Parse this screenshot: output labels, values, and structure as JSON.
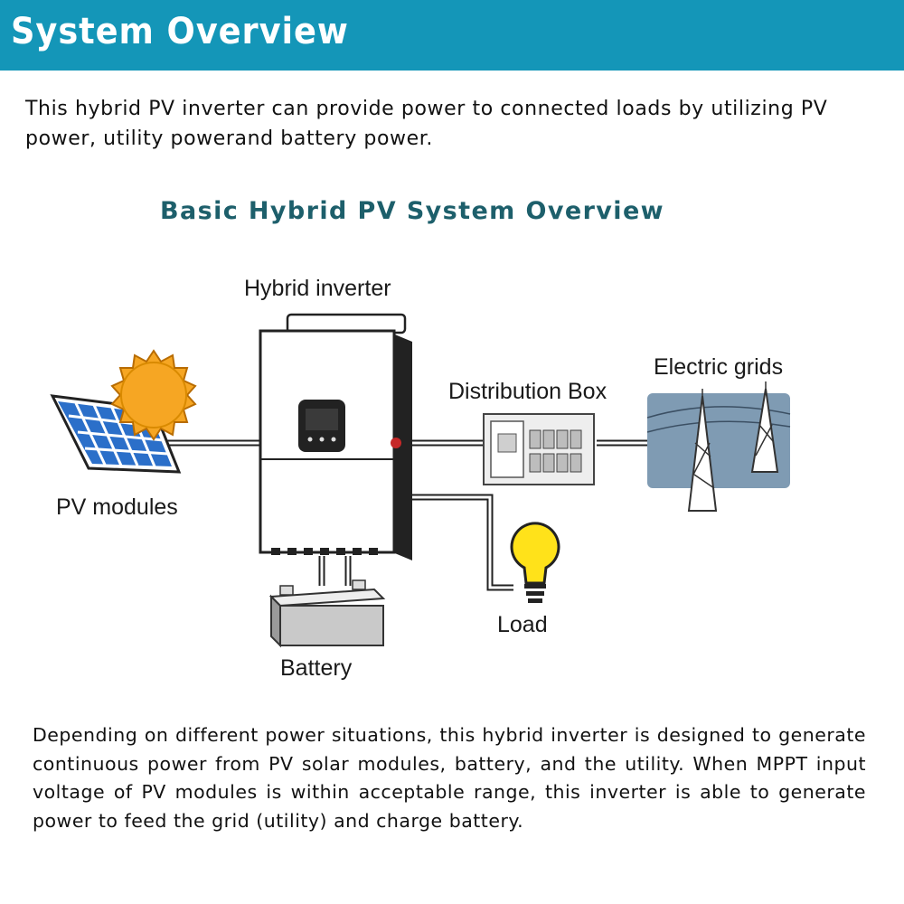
{
  "header": {
    "title": "System Overview"
  },
  "intro": "This hybrid PV inverter can provide power to connected loads by utilizing PV power, utility powerand battery power.",
  "diagram": {
    "title": "Basic Hybrid PV System Overview",
    "labels": {
      "inverter": "Hybrid inverter",
      "pv": "PV modules",
      "distribution": "Distribution Box",
      "grid": "Electric grids",
      "load": "Load",
      "battery": "Battery"
    },
    "icons": [
      "solar-panel-icon",
      "sun-icon",
      "hybrid-inverter-icon",
      "distribution-box-icon",
      "power-tower-icon",
      "light-bulb-icon",
      "battery-icon"
    ]
  },
  "outro": "Depending on different power situations, this hybrid inverter is designed to generate continuous power from PV solar modules, battery, and the utility. When MPPT input voltage of PV modules is within acceptable range, this inverter is able to generate power to feed the grid (utility) and charge battery.",
  "colors": {
    "header": "#1496b8",
    "diagram_title": "#1d5f6b",
    "panel_cell": "#2b6fc9",
    "sun": "#f6a623",
    "bulb": "#ffe21a",
    "grid_bg": "#7f9bb3"
  }
}
